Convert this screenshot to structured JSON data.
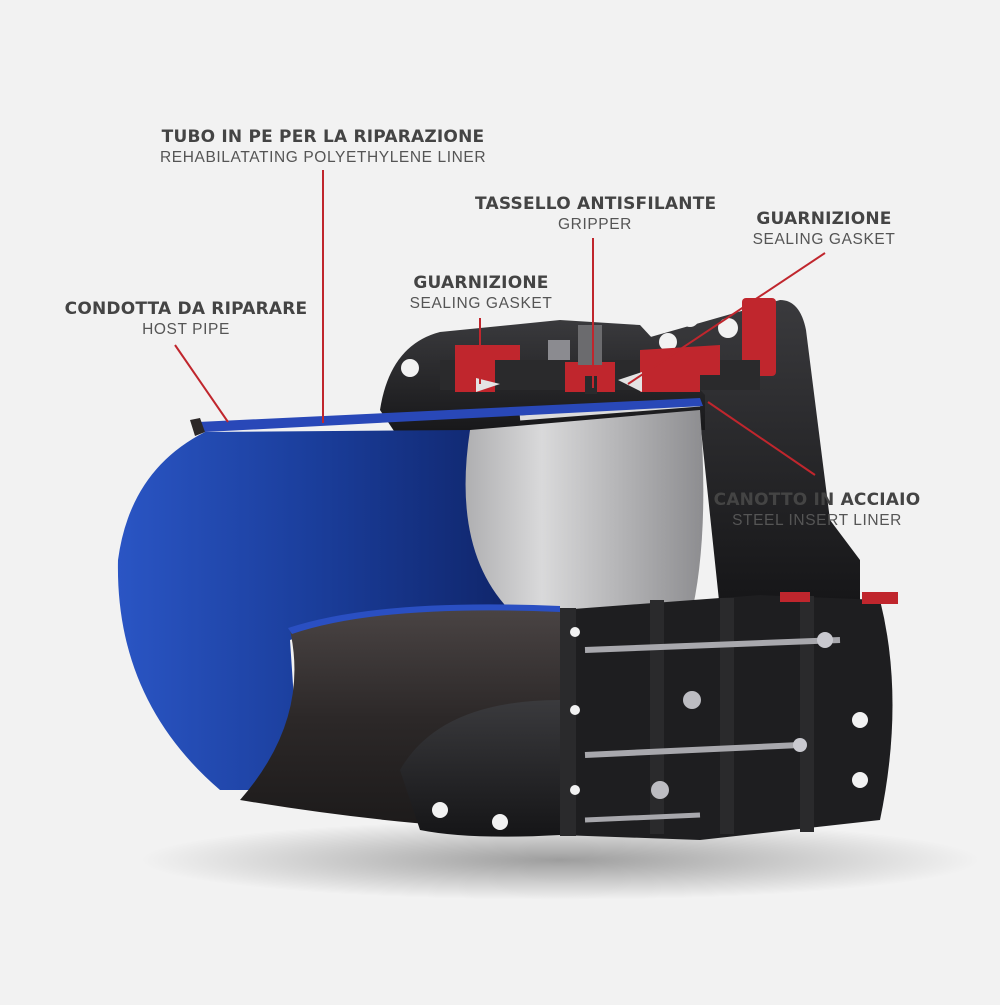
{
  "colors": {
    "background": "#f2f2f2",
    "leader_line": "#c0262d",
    "liner_blue": "#1d3f9c",
    "host_pipe": "#2c2828",
    "steel_liner": "#c6c6c6",
    "gasket_red": "#c0262d"
  },
  "labels": {
    "pe_liner": {
      "title": "TUBO IN PE PER LA RIPARAZIONE",
      "subtitle": "REHABILATATING POLYETHYLENE LINER"
    },
    "gripper": {
      "title": "TASSELLO ANTISFILANTE",
      "subtitle": "GRIPPER"
    },
    "gasket_right": {
      "title": "GUARNIZIONE",
      "subtitle": "SEALING GASKET"
    },
    "gasket_left": {
      "title": "GUARNIZIONE",
      "subtitle": "SEALING GASKET"
    },
    "host_pipe": {
      "title": "CONDOTTA DA RIPARARE",
      "subtitle": "HOST PIPE"
    },
    "steel_liner": {
      "title": "CANOTTO IN ACCIAIO",
      "subtitle": "STEEL INSERT LINER"
    }
  }
}
